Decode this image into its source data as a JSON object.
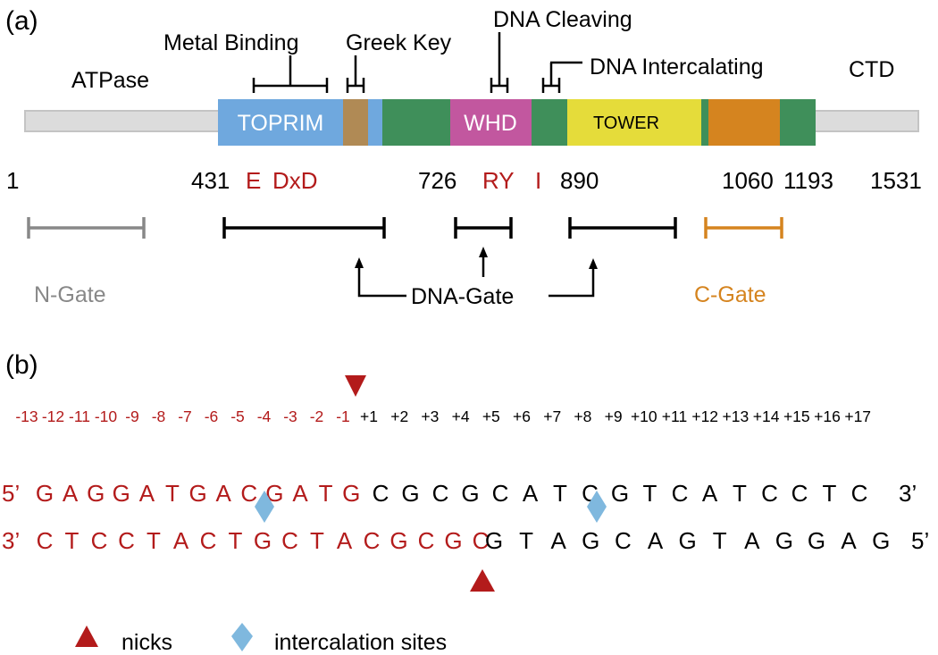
{
  "panel_a": {
    "panel_label": "(a)",
    "regions": {
      "atpase": "ATPase",
      "ctd": "CTD",
      "metal_binding": "Metal Binding",
      "greek_key": "Greek Key",
      "dna_cleaving": "DNA Cleaving",
      "dna_intercalating": "DNA Intercalating"
    },
    "domains": {
      "toprim": "TOPRIM",
      "whd": "WHD",
      "tower": "TOWER"
    },
    "residues": {
      "r1": "1",
      "r431": "431",
      "r726": "726",
      "r890": "890",
      "r1060": "1060",
      "r1193": "1193",
      "r1531": "1531"
    },
    "motifs": {
      "e": "E",
      "dxd": "DxD",
      "ry": "RY",
      "i": "I"
    },
    "gates": {
      "n_gate": "N-Gate",
      "dna_gate": "DNA-Gate",
      "c_gate": "C-Gate"
    },
    "colors": {
      "backbone": "#dcdcdc",
      "toprim": "#6fa8de",
      "greek_key": "#b08a55",
      "green": "#3f8f5a",
      "whd": "#c2579f",
      "tower": "#e5dc3a",
      "c_gate": "#d5841f",
      "motif_red": "#b31b1b",
      "n_gate": "#888888"
    }
  },
  "panel_b": {
    "panel_label": "(b)",
    "positions": [
      "-13",
      "-12",
      "-11",
      "-10",
      "-9",
      "-8",
      "-7",
      "-6",
      "-5",
      "-4",
      "-3",
      "-2",
      "-1",
      "+1",
      "+2",
      "+3",
      "+4",
      "+5",
      "+6",
      "+7",
      "+8",
      "+9",
      "+10",
      "+11",
      "+12",
      "+13",
      "+14",
      "+15",
      "+16",
      "+17"
    ],
    "top_strand": {
      "prime5": "5’",
      "prime3": "3’",
      "cleaved": [
        "G",
        "A",
        "G",
        "G",
        "A",
        "T",
        "G",
        "A",
        "C",
        "G",
        "A",
        "T",
        "G"
      ],
      "rest": [
        "C",
        "G",
        "C",
        "G",
        "C",
        "A",
        "T",
        "C",
        "G",
        "T",
        "C",
        "A",
        "T",
        "C",
        "C",
        "T",
        "C"
      ]
    },
    "bottom_strand": {
      "prime3": "3’",
      "prime5": "5’",
      "cleaved": [
        "C",
        "T",
        "C",
        "C",
        "T",
        "A",
        "C",
        "T",
        "G",
        "C",
        "T",
        "A",
        "C",
        "G",
        "C",
        "G",
        "C"
      ],
      "rest": [
        "G",
        "T",
        "A",
        "G",
        "C",
        "A",
        "G",
        "T",
        "A",
        "G",
        "G",
        "A",
        "G"
      ]
    },
    "legend": {
      "nicks": "nicks",
      "intercalation": "intercalation sites"
    },
    "colors": {
      "red": "#b31b1b",
      "diamond": "#7fb8de"
    }
  }
}
